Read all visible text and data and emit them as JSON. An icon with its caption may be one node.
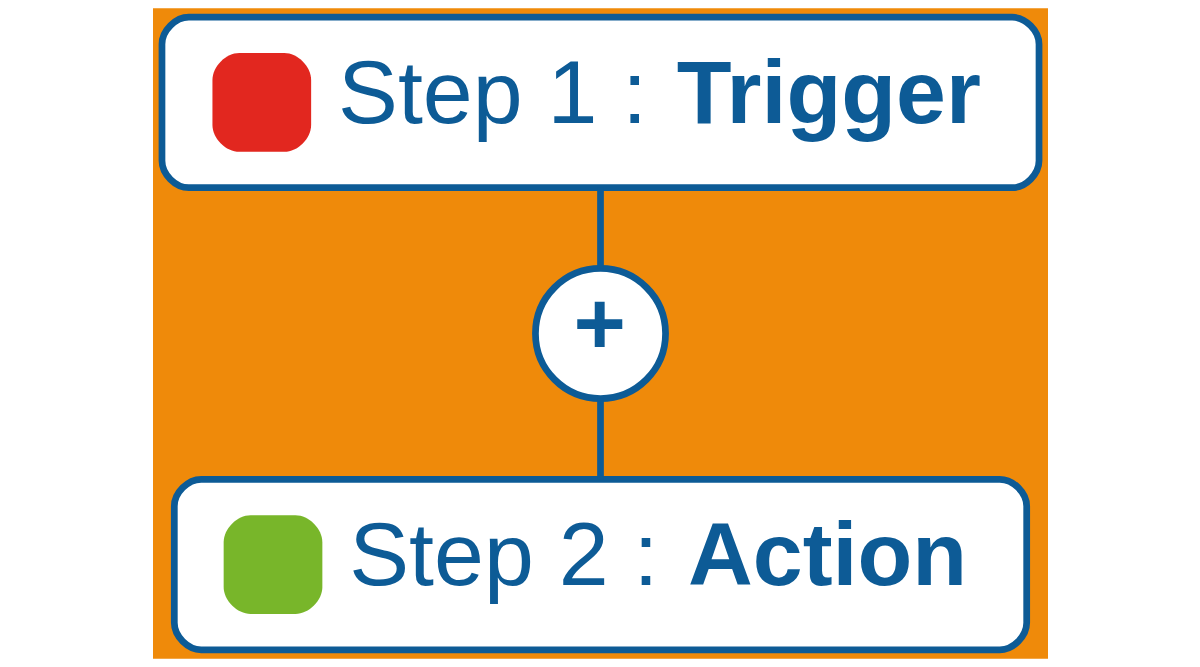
{
  "diagram": {
    "nodes": [
      {
        "text": [
          "Step 1 : **Trigger**"
        ]
      },
      {
        "text": [
          "+"
        ]
      },
      {
        "text": [
          "Step 2 : **Action**"
        ]
      }
    ],
    "edges": [
      {
        "from": 0,
        "to": 1,
        "arrow": "none"
      },
      {
        "from": 1,
        "to": 2,
        "arrow": "none"
      }
    ]
  }
}
